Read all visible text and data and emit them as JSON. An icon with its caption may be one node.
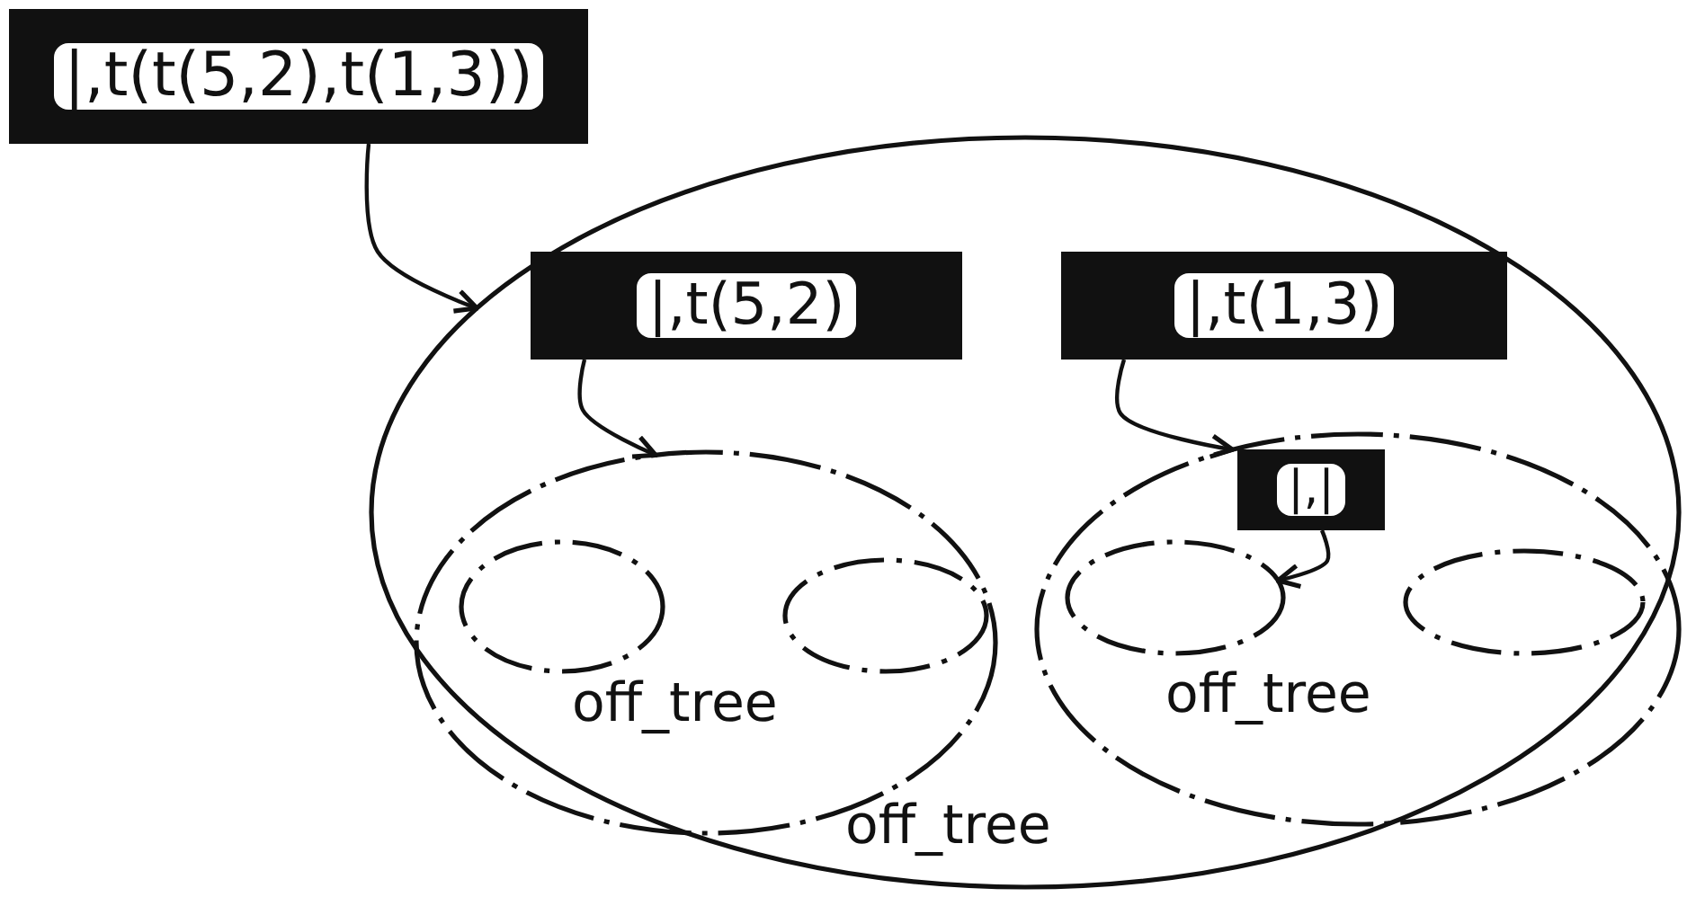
{
  "diagram": {
    "nodes": [
      {
        "text": [
          "|,t(t(5,2),t(1,3))"
        ]
      },
      {
        "text": [
          "off_tree"
        ]
      },
      {
        "text": [
          "|,t(5,2)"
        ],
        "in": 1
      },
      {
        "text": [
          "|,t(1,3)"
        ],
        "in": 1
      },
      {
        "text": [
          "off_tree"
        ],
        "in": 1
      },
      {
        "text": [
          "off_tree"
        ],
        "in": 1
      },
      {
        "text": [
          "|,|"
        ],
        "in": 5
      },
      {
        "text": [],
        "shape": "ellipse",
        "in": 4
      },
      {
        "text": [],
        "shape": "ellipse",
        "in": 4
      },
      {
        "text": [],
        "shape": "ellipse",
        "in": 5
      },
      {
        "text": [],
        "shape": "ellipse",
        "in": 5
      }
    ],
    "edges": [
      {
        "from": 0,
        "to": 1,
        "arrow": "to"
      },
      {
        "from": 2,
        "to": 4,
        "arrow": "to"
      },
      {
        "from": 3,
        "to": 5,
        "arrow": "to"
      },
      {
        "from": 6,
        "to": 9,
        "arrow": "to"
      }
    ]
  }
}
